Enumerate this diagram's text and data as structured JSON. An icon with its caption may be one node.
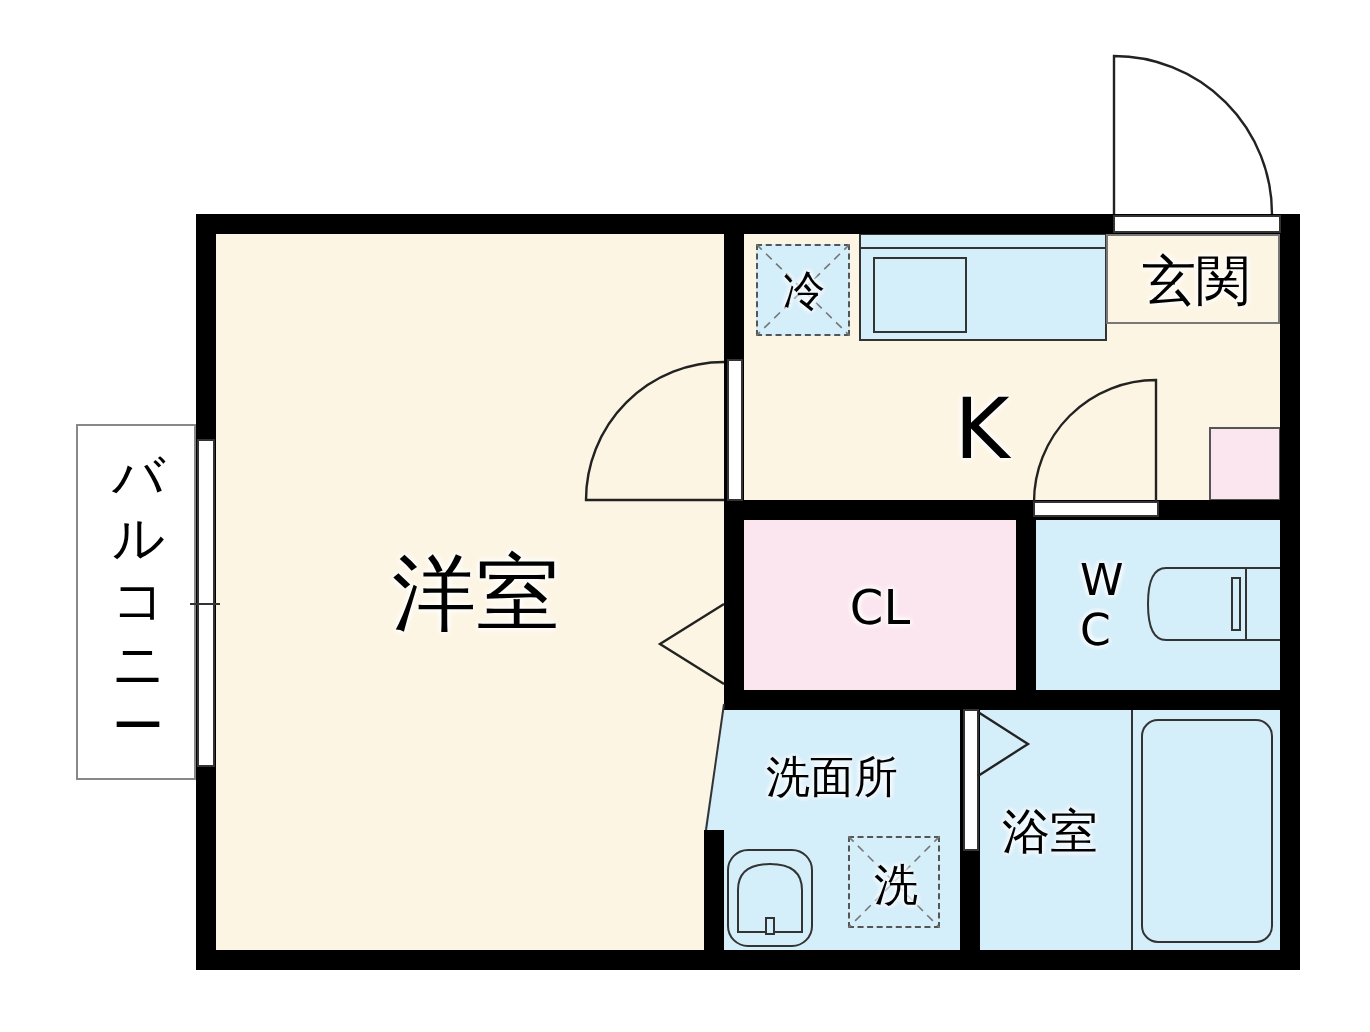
{
  "diagram": {
    "nodes": [
      {
        "text": [
          "洋室"
        ]
      },
      {
        "text": [
          "バルコニー"
        ]
      },
      {
        "text": [
          "K"
        ]
      },
      {
        "text": [
          "冷"
        ],
        "in": 2
      },
      {
        "text": [
          "玄関"
        ],
        "in": 2
      },
      {
        "text": [
          "CL"
        ]
      },
      {
        "text": [
          "W C"
        ]
      },
      {
        "text": [
          "洗面所"
        ]
      },
      {
        "text": [
          "洗"
        ],
        "in": 7
      },
      {
        "text": [
          "浴室"
        ]
      }
    ]
  }
}
